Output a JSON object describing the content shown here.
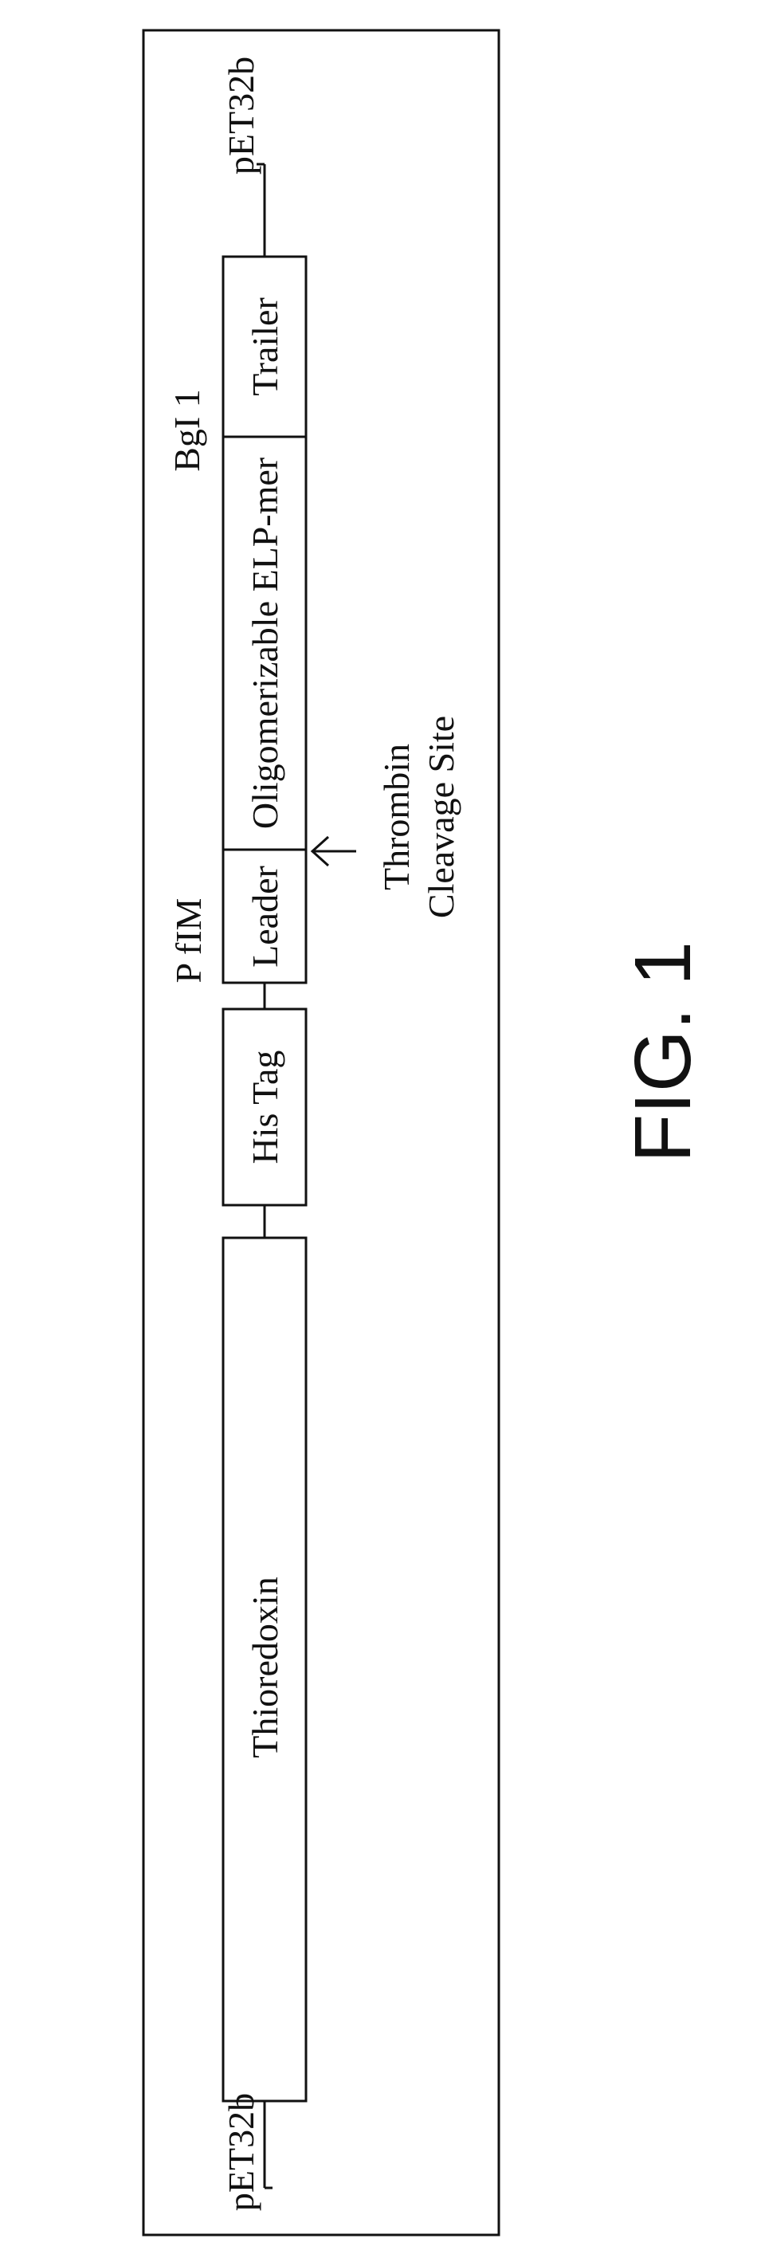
{
  "diagram": {
    "vector_start_label": "pET32b",
    "vector_end_label": "pET32b",
    "segments": [
      {
        "id": "thioredoxin",
        "label": "Thioredoxin"
      },
      {
        "id": "his_tag",
        "label": "His Tag"
      },
      {
        "id": "leader",
        "label": "Leader"
      },
      {
        "id": "elp",
        "label": "Oligomerizable ELP-mer"
      },
      {
        "id": "trailer",
        "label": "Trailer"
      }
    ],
    "restriction_sites": [
      {
        "id": "pflm",
        "label": "P fIM"
      },
      {
        "id": "bgl1",
        "label": "BgI 1"
      }
    ],
    "annotation": {
      "line1": "Thrombin",
      "line2": "Cleavage Site"
    }
  },
  "figure_label": "FIG. 1"
}
